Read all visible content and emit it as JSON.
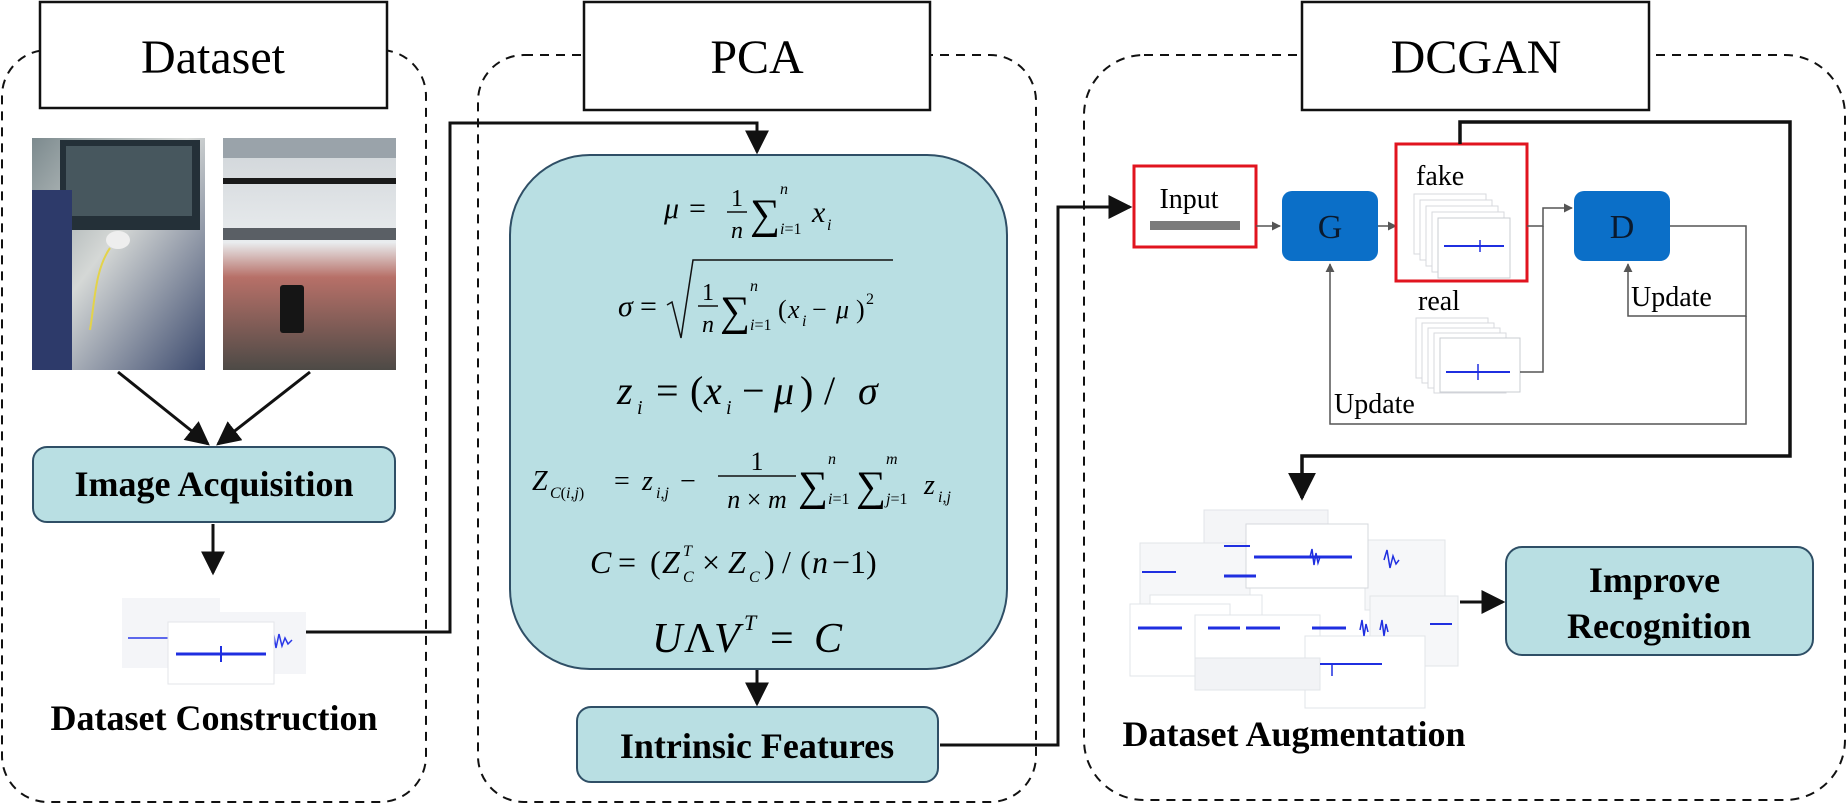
{
  "sections": {
    "dataset": {
      "title": "Dataset",
      "step_acquisition": "Image Acquisition",
      "step_construction": "Dataset Construction"
    },
    "pca": {
      "title": "PCA",
      "output": "Intrinsic Features",
      "formula_lines": [
        "μ = (1/n) ∑ⁿᵢ₌₁ xᵢ",
        "σ = √((1/n) ∑ⁿᵢ₌₁ (xᵢ − μ)²)",
        "zᵢ = (xᵢ − μ) / σ",
        "Z_C(i,j) = zᵢ,ⱼ − (1/(n×m)) ∑ⁿᵢ₌₁ ∑ᵐⱼ₌₁ zᵢ,ⱼ",
        "C = (Z_Cᵀ × Z_C) / (n − 1)",
        "UΛVᵀ = C"
      ]
    },
    "dcgan": {
      "title": "DCGAN",
      "input_label": "Input",
      "generator_label": "G",
      "discriminator_label": "D",
      "fake_label": "fake",
      "real_label": "real",
      "update_generator": "Update",
      "update_discriminator": "Update",
      "augmentation_label": "Dataset Augmentation",
      "output": "Improve Recognition"
    }
  },
  "colors": {
    "box_fill": "#b9dfe3",
    "box_stroke": "#2f4f66",
    "node_fill": "#0b6fc8",
    "highlight": "#e1141f",
    "signal": "#1f2fe0"
  }
}
